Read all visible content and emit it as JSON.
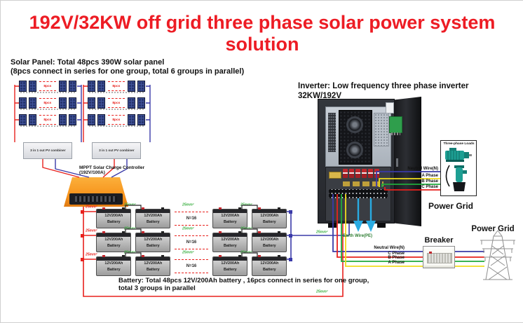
{
  "title": "192V/32KW  off grid three phase solar power system solution",
  "solar": {
    "heading_line1": "Solar Panel: Total 48pcs  390W solar panel",
    "heading_line2": "(8pcs connect in series for one group, total 6 groups in parallel)",
    "series_label": "8pcs",
    "combiner_label": "3 in 1 out PV combiner"
  },
  "mppt": {
    "label_line1": "MPPT Solar Charge Controller",
    "label_line2": "(192V/100A)"
  },
  "battery": {
    "cell_line1": "12V200Ah",
    "cell_line2": "Battery",
    "series_label": "N=16",
    "note_line1": "Battery:  Total 48pcs 12V/200Ah battery , 16pcs connect in series for one group,",
    "note_line2": "total 3 groups in parallel"
  },
  "inverter": {
    "label_line1": "Inverter:  Low frequency three phase inverter",
    "label_line2": "32KW/192V"
  },
  "loads": {
    "box_title": "Three-phase Loads",
    "under_label": "Power Grid",
    "wires": [
      "Neutral Wire(N)",
      "A Phase",
      "B Phase",
      "C Phase"
    ]
  },
  "earth_label": "Earth Wire(PE)",
  "breaker": {
    "label": "Breaker",
    "wires": [
      "Neutral Wire(N)",
      "C Phase",
      "B Phase",
      "A Phase"
    ]
  },
  "grid": {
    "label": "Power Grid"
  },
  "wire_size": "25mm²",
  "colors": {
    "title_red": "#ed1c24",
    "wire_red": "#e8211d",
    "wire_blue": "#3a3aa8",
    "wire_yellow": "#f0dc1e",
    "wire_green": "#1faa3c",
    "wire_cyan": "#29abe2",
    "label_green": "#3cb043",
    "panel_navy": "#26356f",
    "mppt_orange": "#f7941d",
    "load_teal": "#1d9f93"
  }
}
